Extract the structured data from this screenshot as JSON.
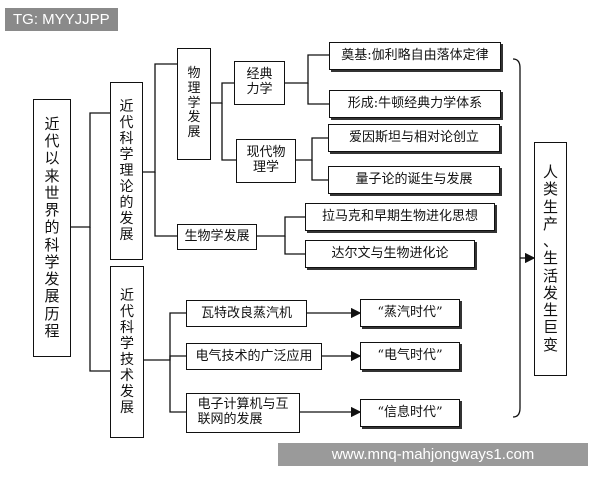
{
  "watermark_top": "TG: MYYJJPP",
  "watermark_bottom": "www.mnq-mahjongways1.com",
  "root": "近\n代\n以\n来\n世\n界\n的\n科\n学\n发\n展\n历\n程",
  "theory": "近\n代\n科\n学\n理\n论\n的\n发\n展",
  "tech": "近\n代\n科\n学\n技\n术\n发\n展",
  "physics": "物\n理\n学\n发\n展",
  "classical": "经典\n力学",
  "modern": "现代物\n理学",
  "galileo": "奠基:伽利略自由落体定律",
  "newton": "形成:牛顿经典力学体系",
  "einstein": "爱因斯坦与相对论创立",
  "quantum": "量子论的诞生与发展",
  "biology": "生物学发展",
  "lamarck": "拉马克和早期生物进化思想",
  "darwin": "达尔文与生物进化论",
  "watt": "瓦特改良蒸汽机",
  "electric": "电气技术的广泛应用",
  "computer": "电子计算机与互\n联网的发展",
  "steam_age": "“蒸汽时代”",
  "electric_age": "“电气时代”",
  "info_age": "“信息时代”",
  "result": "人\n类\n生\n产\n、\n生\n活\n发\n生\n巨\n变"
}
